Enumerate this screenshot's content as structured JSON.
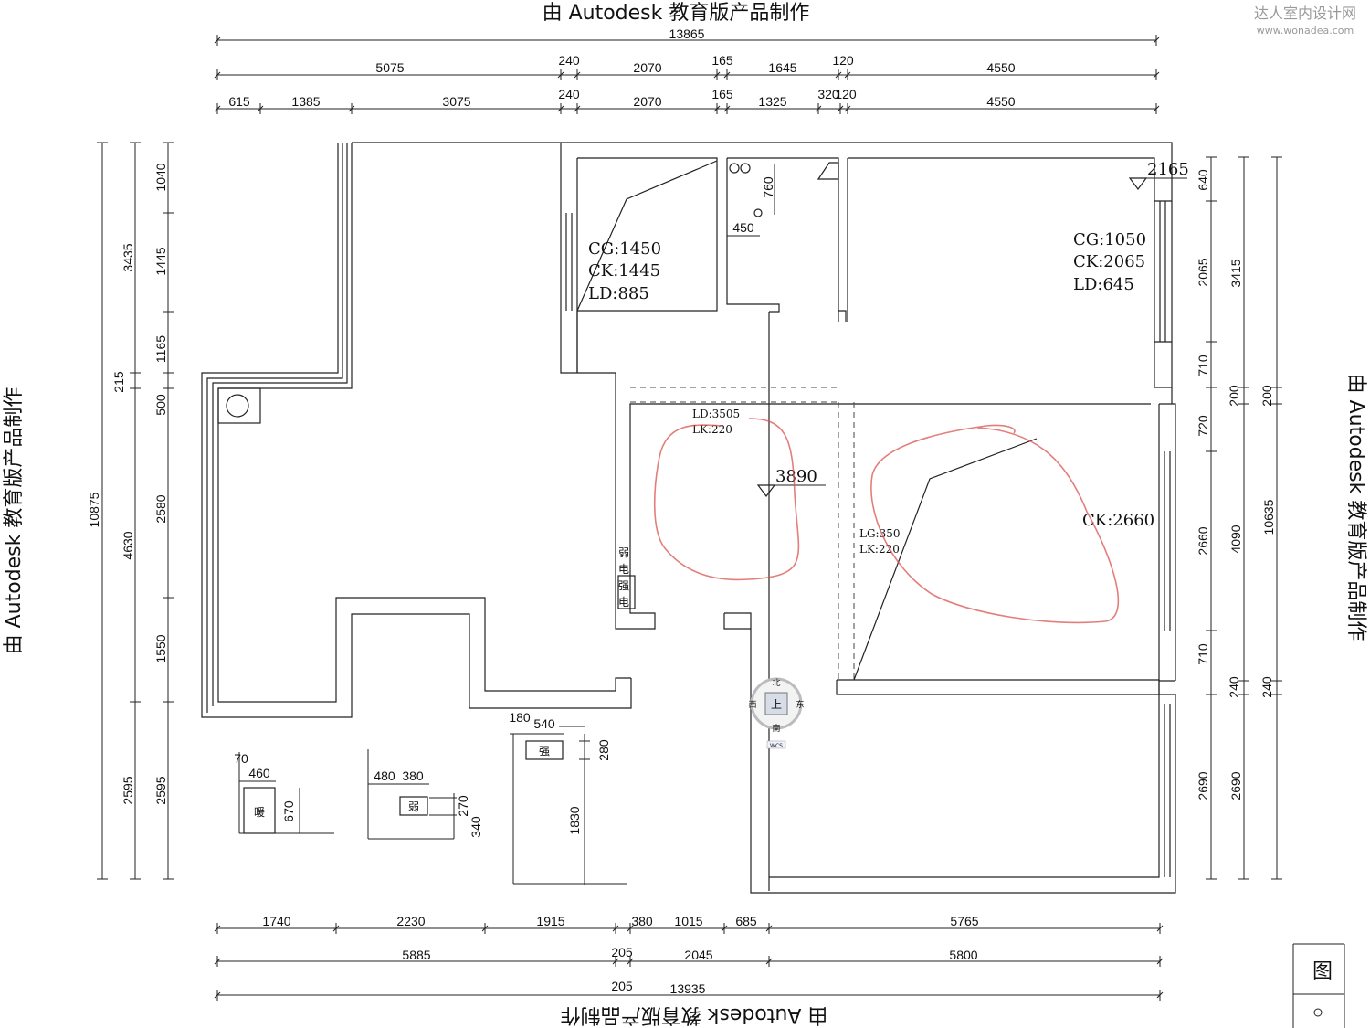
{
  "watermark": {
    "top": "由 Autodesk 教育版产品制作",
    "bottom": "由 Autodesk 教育版产品制作",
    "left": "由 Autodesk 教育版产品制作",
    "right": "由 Autodesk 教育版产品制作"
  },
  "brand": {
    "name": "达人室内设计网",
    "url": "www.wonadea.com"
  },
  "dims_top": {
    "overall": "13865",
    "row2": [
      "5075",
      "240",
      "2070",
      "165",
      "1645",
      "120",
      "4550"
    ],
    "row3": [
      "615",
      "1385",
      "3075",
      "240",
      "2070",
      "165",
      "1325",
      "320",
      "120",
      "4550"
    ]
  },
  "dims_bottom": {
    "row1": [
      "1740",
      "2230",
      "1915",
      "380",
      "1015",
      "685",
      "5765"
    ],
    "row2": [
      "5885",
      "205",
      "2045",
      "5800"
    ],
    "row3": [
      "205",
      "13935"
    ]
  },
  "dims_left": {
    "outer": "10875",
    "mid": [
      "3435",
      "215",
      "4630",
      "2595"
    ],
    "inner": [
      "1040",
      "1445",
      "1165",
      "500",
      "2580",
      "1550",
      "2595"
    ]
  },
  "dims_right": {
    "inner": [
      "640",
      "2065",
      "710",
      "720",
      "2660",
      "710",
      "2690"
    ],
    "mid": [
      "3415",
      "200",
      "4090",
      "240",
      "2690"
    ],
    "outer": [
      "200",
      "10635",
      "240"
    ]
  },
  "room_notes": {
    "room_a": [
      "CG:1450",
      "CK:1445",
      "LD:885"
    ],
    "room_b": [
      "CG:1050",
      "CK:2065",
      "LD:645"
    ],
    "living_a": [
      "LD:3505",
      "LK:220"
    ],
    "living_b": [
      "LG:350",
      "LK:220"
    ],
    "ck_main": "CK:2660",
    "elev_1": "2165",
    "elev_2": "3890"
  },
  "small_dims": {
    "d760": "760",
    "d450": "450",
    "d180": "180",
    "d540": "540",
    "d280": "280",
    "d1830": "1830",
    "d70": "70",
    "d460": "460",
    "d670": "670",
    "d480": "480",
    "d380": "380",
    "d270": "270",
    "d340": "340"
  },
  "labels": {
    "nuan": "暖",
    "ruo": "弱",
    "qiang": "强",
    "panel": [
      "弱",
      "电",
      "强",
      "电"
    ]
  },
  "viewcube": {
    "north": "北",
    "south": "南",
    "east": "东",
    "west": "西",
    "face": "上",
    "wcs": "WCS"
  },
  "legend": {
    "title": "图"
  }
}
